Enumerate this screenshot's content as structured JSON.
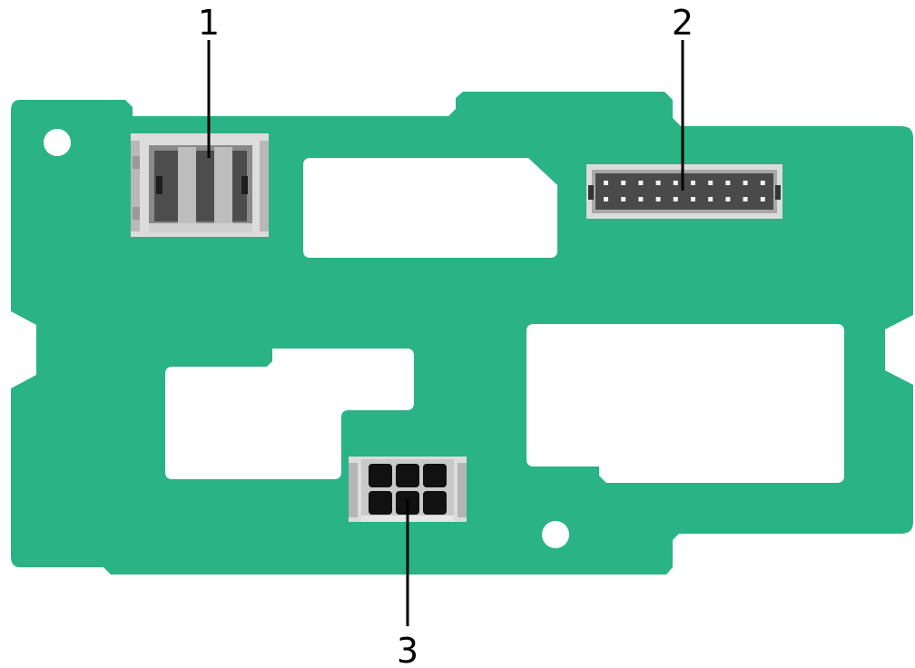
{
  "colors": {
    "board": "#2ab384",
    "cutout": "#ffffff",
    "connector_frame": "#dcdcdc",
    "connector_dark": "#404040",
    "connector_mid": "#a8a8a8",
    "leader_line": "#000000"
  },
  "callouts": [
    {
      "id": "1",
      "label": "1",
      "component": "sas-connector"
    },
    {
      "id": "2",
      "label": "2",
      "component": "signal-header-connector"
    },
    {
      "id": "3",
      "label": "3",
      "component": "power-connector"
    }
  ]
}
